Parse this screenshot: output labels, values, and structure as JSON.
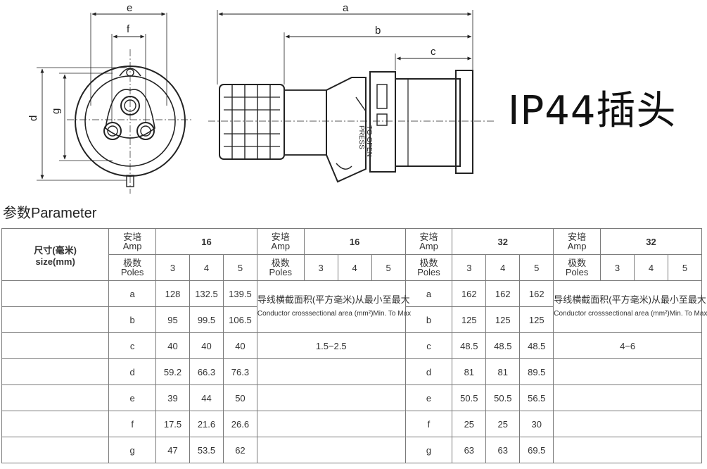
{
  "drawing": {
    "dim_labels": {
      "e": "e",
      "f": "f",
      "d": "d",
      "g": "g",
      "a": "a",
      "b": "b",
      "c": "c"
    },
    "press_text_line1": "PRESS",
    "press_text_line2": "TO OPEN"
  },
  "title": "IP44插头",
  "parameter_heading": "参数Parameter",
  "table": {
    "size_header_line1": "尺寸(毫米)",
    "size_header_line2": "size(mm)",
    "amp_label_line1": "安培",
    "amp_label_line2": "Amp",
    "poles_label_line1": "极数",
    "poles_label_line2": "Poles",
    "groups": [
      {
        "amp": "16",
        "poles": [
          "3",
          "4",
          "5"
        ],
        "rows": [
          {
            "dim": "a",
            "values": [
              "128",
              "132.5",
              "139.5"
            ]
          },
          {
            "dim": "b",
            "values": [
              "95",
              "99.5",
              "106.5"
            ]
          },
          {
            "dim": "c",
            "values": [
              "40",
              "40",
              "40"
            ]
          },
          {
            "dim": "d",
            "values": [
              "59.2",
              "66.3",
              "76.3"
            ]
          },
          {
            "dim": "e",
            "values": [
              "39",
              "44",
              "50"
            ]
          },
          {
            "dim": "f",
            "values": [
              "17.5",
              "21.6",
              "26.6"
            ]
          },
          {
            "dim": "g",
            "values": [
              "47",
              "53.5",
              "62"
            ]
          }
        ],
        "right": {
          "amp": "16",
          "poles": [
            "3",
            "4",
            "5"
          ],
          "note_cn": "导线横截面积(平方毫米)从最小至最大",
          "note_en": "Conductor crosssectional area (mm²)Min. To Max",
          "range": "1.5−2.5"
        }
      },
      {
        "amp": "32",
        "poles": [
          "3",
          "4",
          "5"
        ],
        "rows": [
          {
            "dim": "a",
            "values": [
              "162",
              "162",
              "162"
            ]
          },
          {
            "dim": "b",
            "values": [
              "125",
              "125",
              "125"
            ]
          },
          {
            "dim": "c",
            "values": [
              "48.5",
              "48.5",
              "48.5"
            ]
          },
          {
            "dim": "d",
            "values": [
              "81",
              "81",
              "89.5"
            ]
          },
          {
            "dim": "e",
            "values": [
              "50.5",
              "50.5",
              "56.5"
            ]
          },
          {
            "dim": "f",
            "values": [
              "25",
              "25",
              "30"
            ]
          },
          {
            "dim": "g",
            "values": [
              "63",
              "63",
              "69.5"
            ]
          }
        ],
        "right": {
          "amp": "32",
          "poles": [
            "3",
            "4",
            "5"
          ],
          "note_cn": "导线横截面积(平方毫米)从最小至最大",
          "note_en": "Conductor crosssectional area (mm²)Min. To Max",
          "range": "4−6"
        }
      }
    ]
  }
}
